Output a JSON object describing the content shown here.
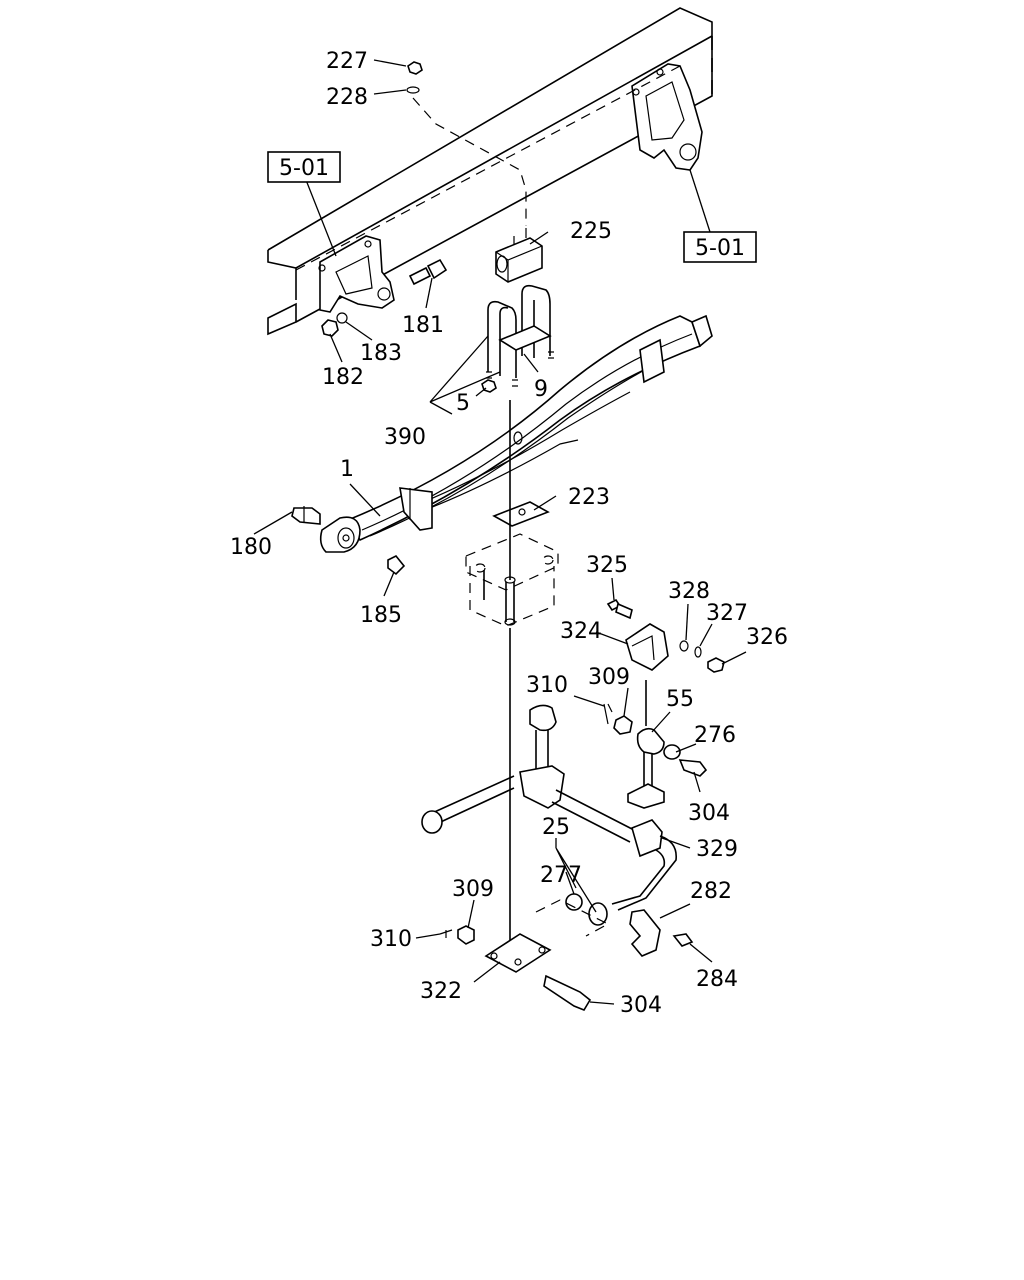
{
  "diagram": {
    "callouts": {
      "c227": "227",
      "c228": "228",
      "c225": "225",
      "c181": "181",
      "c183": "183",
      "c182": "182",
      "c9": "9",
      "c5": "5",
      "c390": "390",
      "c1": "1",
      "c223": "223",
      "c180": "180",
      "c185": "185",
      "c325": "325",
      "c328": "328",
      "c327": "327",
      "c324": "324",
      "c326": "326",
      "c310a": "310",
      "c309a": "309",
      "c55": "55",
      "c276": "276",
      "c304a": "304",
      "c329": "329",
      "c25": "25",
      "c277": "277",
      "c309b": "309",
      "c282": "282",
      "c310b": "310",
      "c284": "284",
      "c322": "322",
      "c304b": "304"
    },
    "refs": {
      "left": "5-01",
      "right": "5-01"
    }
  }
}
